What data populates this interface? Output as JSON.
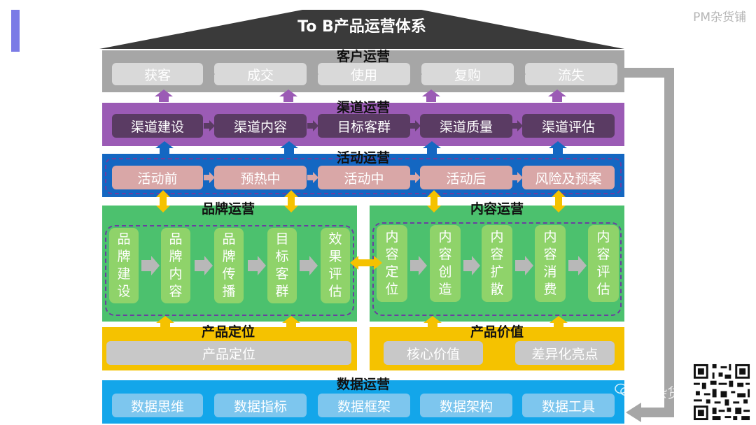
{
  "title": "To B产品运营体系",
  "watermark": "PM杂货铺",
  "customer": {
    "title": "客户运营",
    "items": [
      "获客",
      "成交",
      "使用",
      "复购",
      "流失"
    ]
  },
  "channel": {
    "title": "渠道运营",
    "items": [
      "渠道建设",
      "渠道内容",
      "目标客群",
      "渠道质量",
      "渠道评估"
    ]
  },
  "activity": {
    "title": "活动运营",
    "items": [
      "活动前",
      "预热中",
      "活动中",
      "活动后",
      "风险及预案"
    ]
  },
  "brand": {
    "title": "品牌运营",
    "items": [
      "品牌建设",
      "品牌内容",
      "品牌传播",
      "目标客群",
      "效果评估"
    ]
  },
  "content": {
    "title": "内容运营",
    "items": [
      "内容定位",
      "内容创造",
      "内容扩散",
      "内容消费",
      "内容评估"
    ]
  },
  "product_position": {
    "title": "产品定位",
    "items": [
      "产品定位"
    ]
  },
  "product_value": {
    "title": "产品价值",
    "items": [
      "核心价值",
      "差异化亮点"
    ]
  },
  "data_ops": {
    "title": "数据运营",
    "items": [
      "数据思维",
      "数据指标",
      "数据框架",
      "数据架构",
      "数据工具"
    ]
  },
  "colors": {
    "customer": "#a6a6a6",
    "channel": "#9b5bb5",
    "activity": "#1467c2",
    "brand_content": "#4cc16e",
    "product": "#f5c200",
    "data": "#13a6ea",
    "arrow_gray": "#a6a6a6",
    "arrow_purple": "#9b5bb5",
    "arrow_blue": "#1467c2",
    "arrow_yellow": "#f5c200"
  }
}
